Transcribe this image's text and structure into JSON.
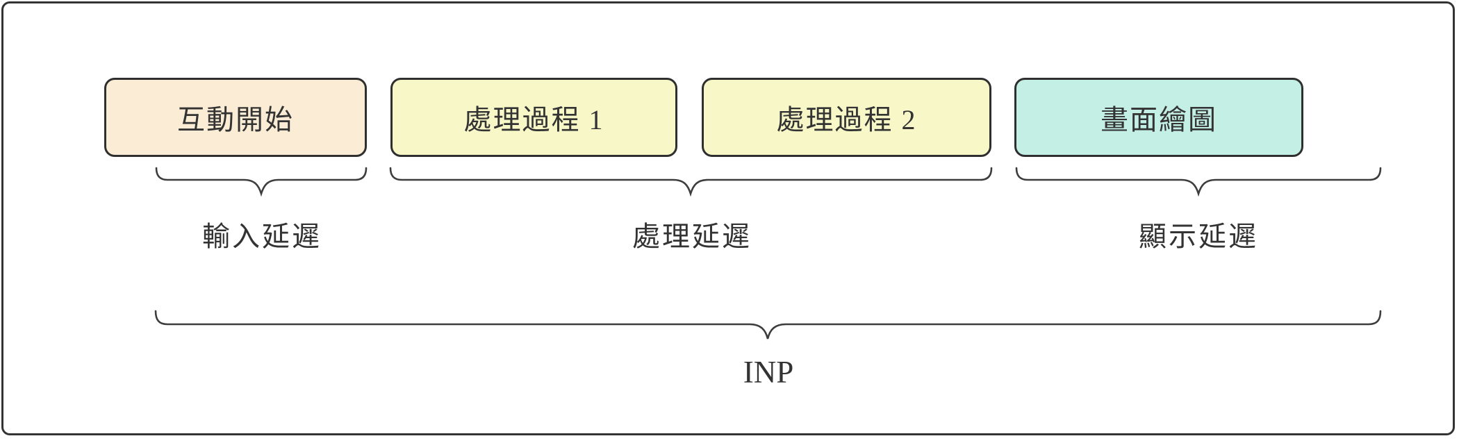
{
  "diagram": {
    "title_hidden": "",
    "boxes": [
      {
        "id": "interaction-start",
        "label": "互動開始",
        "fill": "#faecd5"
      },
      {
        "id": "processing-1",
        "label": "處理過程 1",
        "fill": "#f7f7c8"
      },
      {
        "id": "processing-2",
        "label": "處理過程 2",
        "fill": "#f7f7c8"
      },
      {
        "id": "paint",
        "label": "畫面繪圖",
        "fill": "#c4efe4"
      }
    ],
    "delays": [
      {
        "id": "input-delay",
        "label": "輸入延遲"
      },
      {
        "id": "processing-delay",
        "label": "處理延遲"
      },
      {
        "id": "presentation-delay",
        "label": "顯示延遲"
      }
    ],
    "total": {
      "id": "inp-total",
      "label": "INP"
    },
    "colors": {
      "box_border": "#2f2f2f",
      "frame_border": "#333333",
      "brace_stroke": "#3d3d3d",
      "text": "#333333",
      "background": "#ffffff",
      "fill_interaction_start": "#faecd5",
      "fill_processing": "#f7f7c8",
      "fill_paint": "#c4efe4"
    }
  }
}
